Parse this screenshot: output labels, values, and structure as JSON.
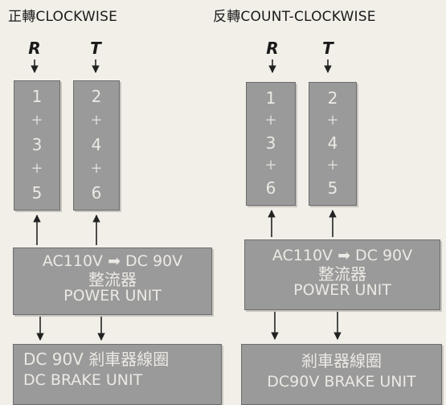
{
  "panels": {
    "clockwise": {
      "title": "正轉CLOCKWISE",
      "labels": {
        "r": "R",
        "t": "T"
      },
      "col1": [
        "1",
        "+",
        "3",
        "+",
        "5"
      ],
      "col2": [
        "2",
        "+",
        "4",
        "+",
        "6"
      ],
      "power": {
        "line1": "AC110V ➡ DC 90V",
        "line2": "整流器",
        "line3": "POWER UNIT"
      },
      "brake": {
        "line1": "DC 90V 剎車器線圈",
        "line2": "DC  BRAKE UNIT"
      }
    },
    "counter_clockwise": {
      "title": "反轉COUNT-CLOCKWISE",
      "labels": {
        "r": "R",
        "t": "T"
      },
      "col1": [
        "1",
        "+",
        "3",
        "+",
        "6"
      ],
      "col2": [
        "2",
        "+",
        "4",
        "+",
        "5"
      ],
      "power": {
        "line1": "AC110V ➡ DC 90V",
        "line2": "整流器",
        "line3": "POWER UNIT"
      },
      "brake": {
        "line1": "剎車器線圈",
        "line2": "DC90V BRAKE UNIT"
      }
    }
  }
}
